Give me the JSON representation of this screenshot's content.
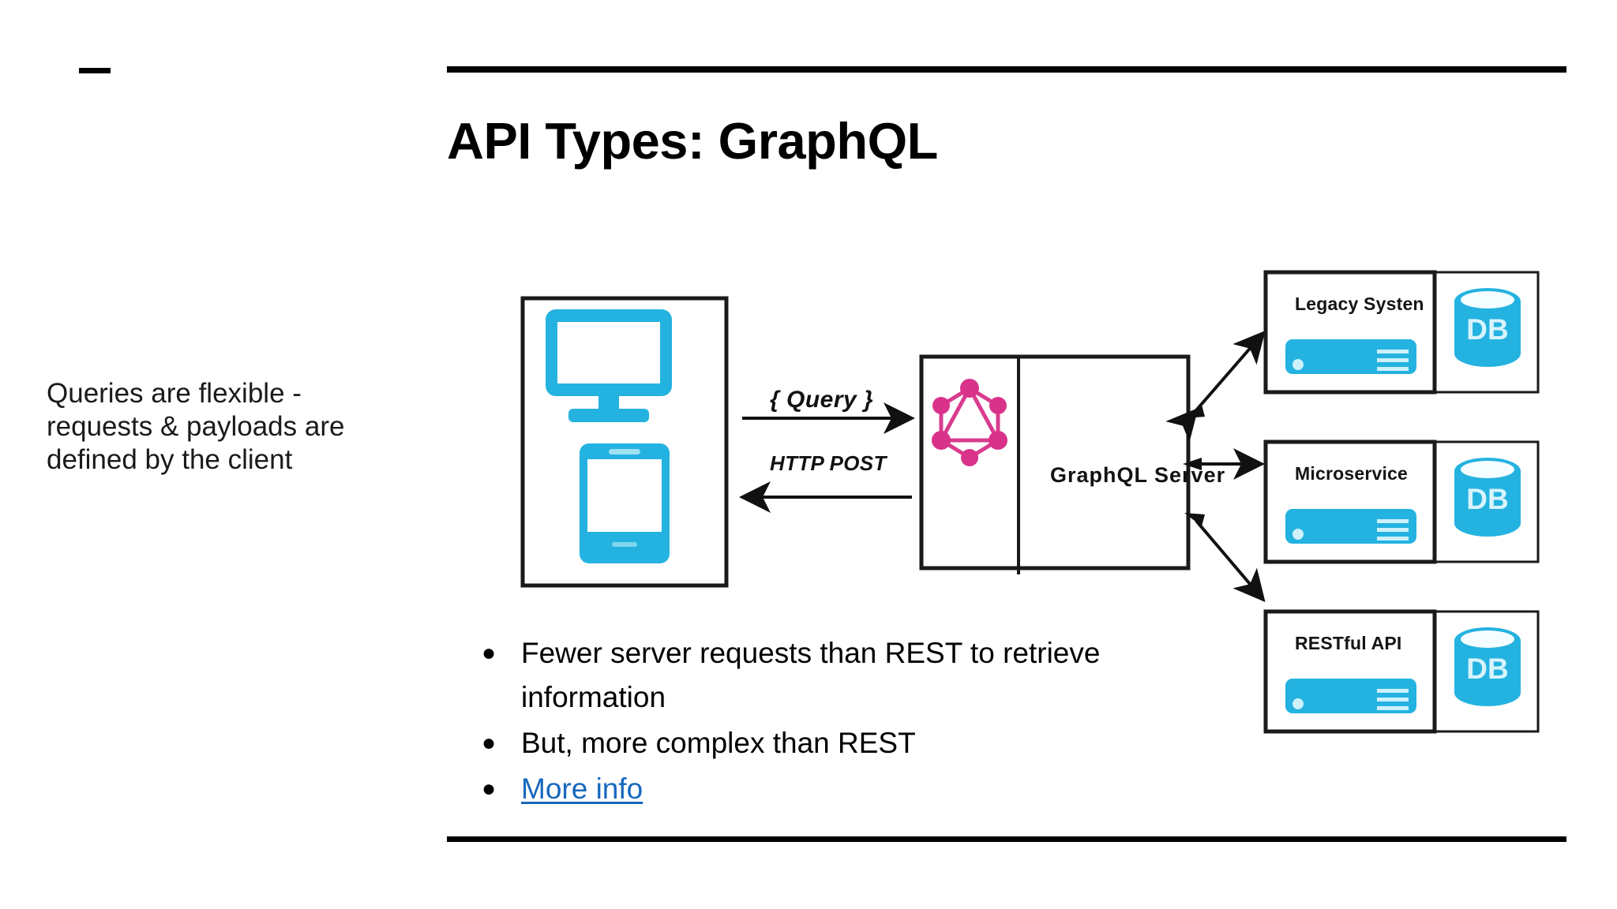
{
  "slide": {
    "title": "API Types: GraphQL",
    "left_note": "Queries are flexible - requests & payloads are defined by the client",
    "corner_mark": "dash"
  },
  "bullets": [
    {
      "marker": "●",
      "text": "Fewer server requests than REST to retrieve information",
      "is_link": false
    },
    {
      "marker": "●",
      "text": "But, more complex than REST",
      "is_link": false
    },
    {
      "marker": "●",
      "text": "More info",
      "is_link": true
    }
  ],
  "diagram": {
    "client_box": {
      "icons": [
        "monitor-icon",
        "smartphone-icon"
      ]
    },
    "request_label": "{ Query }",
    "protocol_label": "HTTP POST",
    "server_box": {
      "logo": "graphql-logo",
      "label": "GraphQL Server"
    },
    "backends": [
      {
        "name": "Legacy Systen",
        "server_icon": "server-icon",
        "db_icon": "database-icon",
        "db_label": "DB"
      },
      {
        "name": "Microservice",
        "server_icon": "server-icon",
        "db_icon": "database-icon",
        "db_label": "DB"
      },
      {
        "name": "RESTful API",
        "server_icon": "server-icon",
        "db_icon": "database-icon",
        "db_label": "DB"
      }
    ]
  },
  "colors": {
    "accent_blue": "#24b2e0",
    "graphql_pink": "#d8328a",
    "link_blue": "#1668bc",
    "stroke": "#1a1a1a",
    "text": "#000000"
  }
}
